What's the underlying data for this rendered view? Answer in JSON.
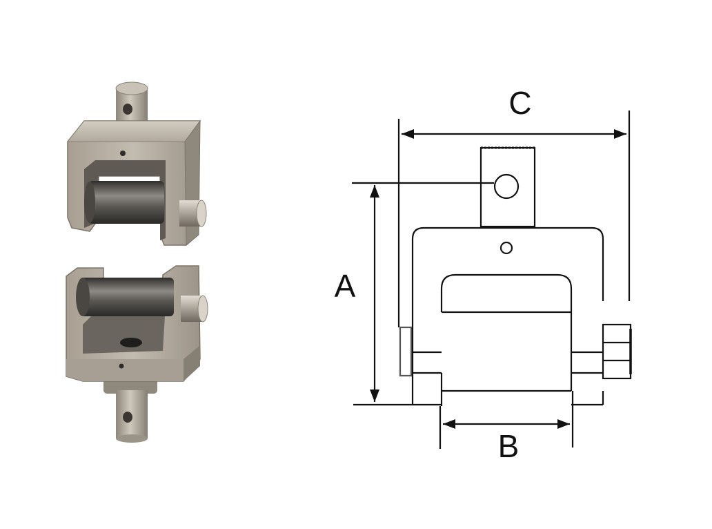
{
  "labels": {
    "a": "A",
    "b": "B",
    "c": "C"
  },
  "colors": {
    "metal_light": "#bdb6ab",
    "metal_mid": "#a59e93",
    "metal_dark": "#6f6a63",
    "roller_dark": "#3f3d3a",
    "roller_light": "#8b8782",
    "line": "#111111"
  }
}
